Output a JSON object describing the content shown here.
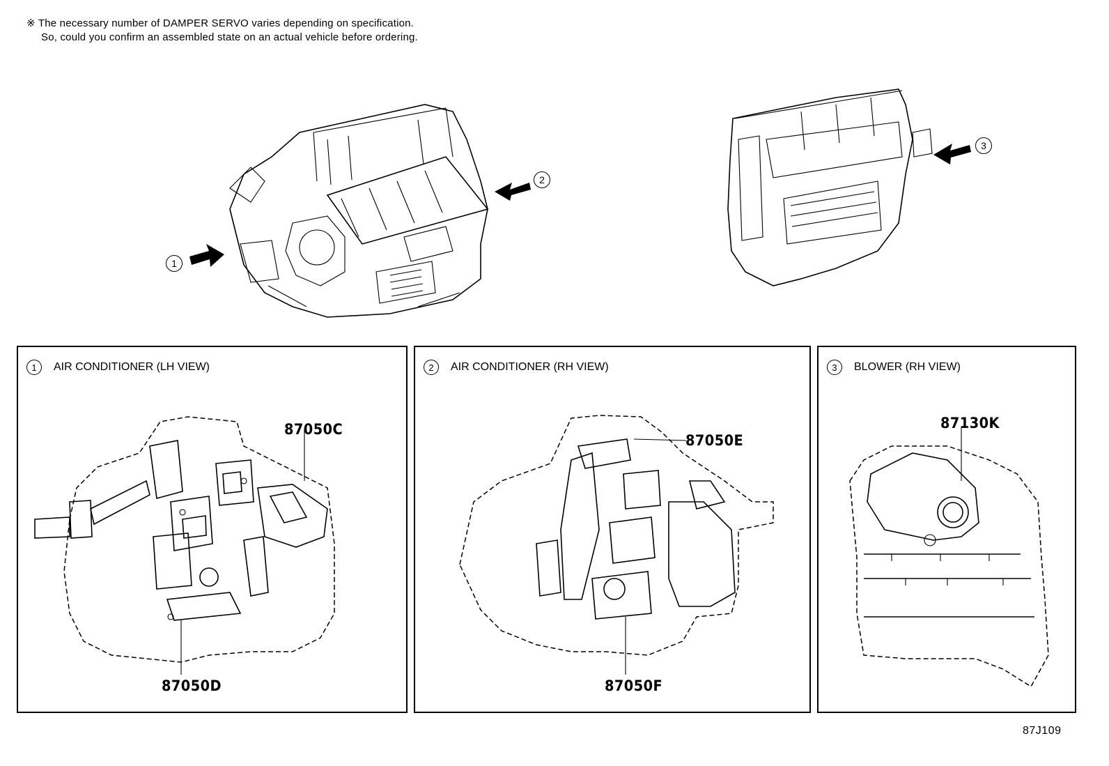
{
  "note": {
    "line1": "※ The necessary number of DAMPER SERVO varies depending on specification.",
    "line2": "So, could you confirm an assembled state on an actual vehicle before ordering."
  },
  "view_markers": {
    "m1": "1",
    "m2": "2",
    "m3": "3"
  },
  "panels": [
    {
      "number": "1",
      "title": "AIR CONDITIONER (LH VIEW)",
      "parts": [
        "87050C",
        "87050D"
      ]
    },
    {
      "number": "2",
      "title": "AIR CONDITIONER (RH VIEW)",
      "parts": [
        "87050E",
        "87050F"
      ]
    },
    {
      "number": "3",
      "title": "BLOWER (RH VIEW)",
      "parts": [
        "87130K"
      ]
    }
  ],
  "figure_code": "87J109"
}
